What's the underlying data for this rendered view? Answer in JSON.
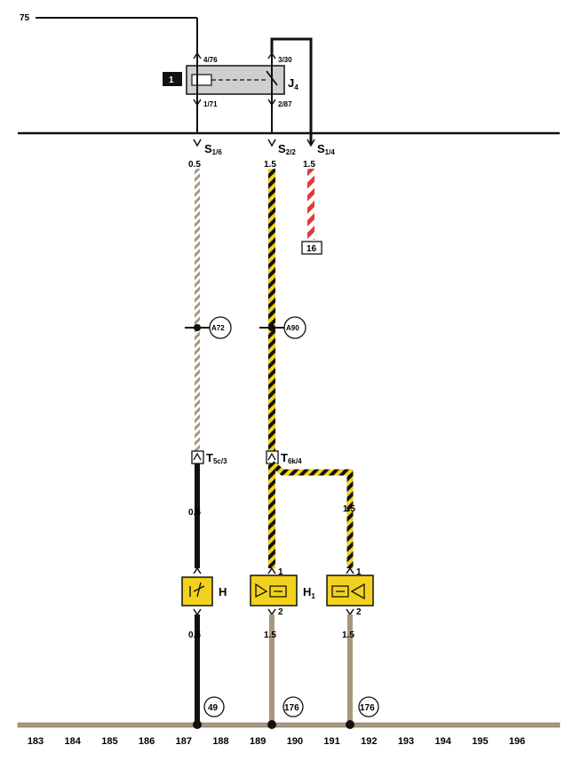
{
  "terminal_75": "75",
  "relay": {
    "name": "J",
    "name_sub": "4",
    "badge": "1",
    "pins": {
      "p4": "4/76",
      "p3": "3/30",
      "p1": "1/71",
      "p2": "2/87"
    }
  },
  "connectors": {
    "s16": {
      "main": "S",
      "sub": "1/6"
    },
    "s22": {
      "main": "S",
      "sub": "2/2"
    },
    "s14": {
      "main": "S",
      "sub": "1/4"
    },
    "t5c": {
      "main": "T",
      "sub": "5c/3"
    },
    "t6k": {
      "main": "T",
      "sub": "6k/4"
    }
  },
  "wire_sizes": {
    "w1_top": "0.5",
    "w2_top": "1.5",
    "w3_top": "1.5",
    "w1_mid": "0.5",
    "w4_mid": "1.5",
    "w1_bot": "0.5",
    "w2_bot": "1.5",
    "w4_bot": "1.5"
  },
  "fuse_box": "16",
  "junctions": {
    "a72": "A72",
    "a90": "A90"
  },
  "components": {
    "h": {
      "name": "H"
    },
    "h1": {
      "name": "H",
      "sub": "1",
      "pin1": "1",
      "pin2": "2"
    },
    "h2": {
      "pin1": "1",
      "pin2": "2"
    }
  },
  "grounds": {
    "g49": "49",
    "g176a": "176",
    "g176b": "176"
  },
  "columns": [
    "183",
    "184",
    "185",
    "186",
    "187",
    "188",
    "189",
    "190",
    "191",
    "192",
    "193",
    "194",
    "195",
    "196"
  ],
  "colors": {
    "brown": "#a8977e",
    "yellow": "#f3d21d",
    "red": "#e03a3a",
    "black": "#111111",
    "grey": "#cfcfcf"
  }
}
